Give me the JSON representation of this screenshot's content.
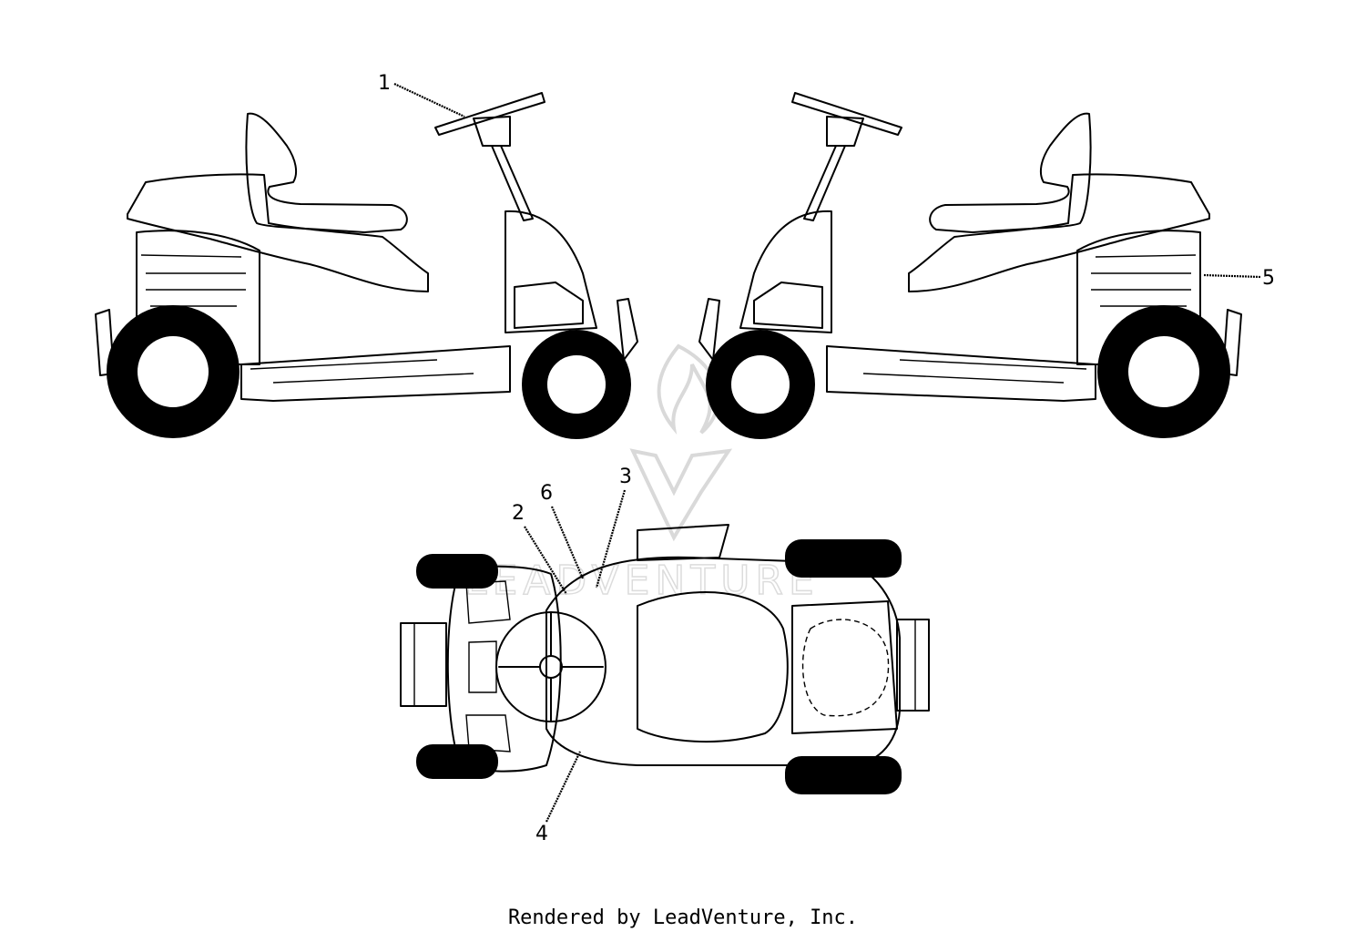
{
  "diagram": {
    "callouts": [
      {
        "id": "callout-1",
        "label": "1"
      },
      {
        "id": "callout-2",
        "label": "2"
      },
      {
        "id": "callout-3",
        "label": "3"
      },
      {
        "id": "callout-4",
        "label": "4"
      },
      {
        "id": "callout-5",
        "label": "5"
      },
      {
        "id": "callout-6",
        "label": "6"
      }
    ],
    "watermark_text": "LEADVENTURE"
  },
  "footer": {
    "text": "Rendered by LeadVenture, Inc."
  }
}
